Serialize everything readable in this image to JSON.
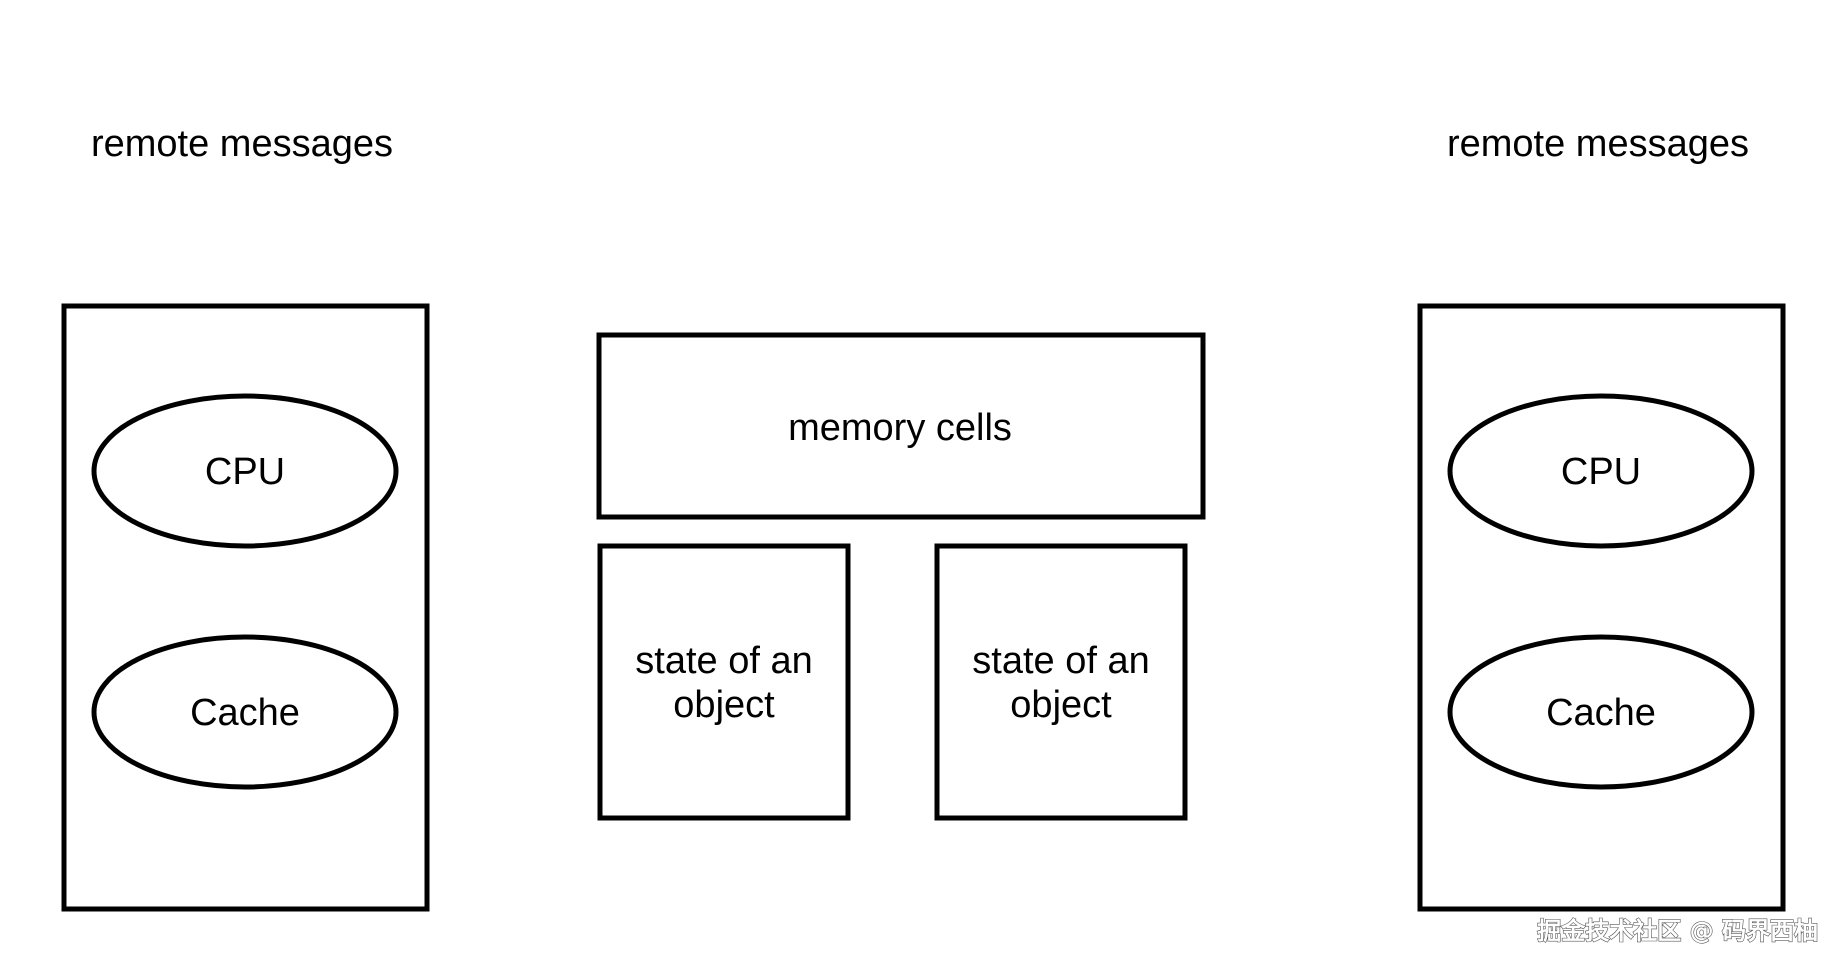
{
  "left_node": {
    "caption": "remote messages",
    "cpu_label": "CPU",
    "cache_label": "Cache"
  },
  "memory": {
    "cells_label": "memory cells",
    "objects": [
      {
        "line1": "state of an",
        "line2": "object"
      },
      {
        "line1": "state of an",
        "line2": "object"
      }
    ]
  },
  "right_node": {
    "caption": "remote messages",
    "cpu_label": "CPU",
    "cache_label": "Cache"
  },
  "watermark": "掘金技术社区 @ 码界西柚",
  "colors": {
    "stroke": "#000000",
    "background": "#ffffff"
  }
}
